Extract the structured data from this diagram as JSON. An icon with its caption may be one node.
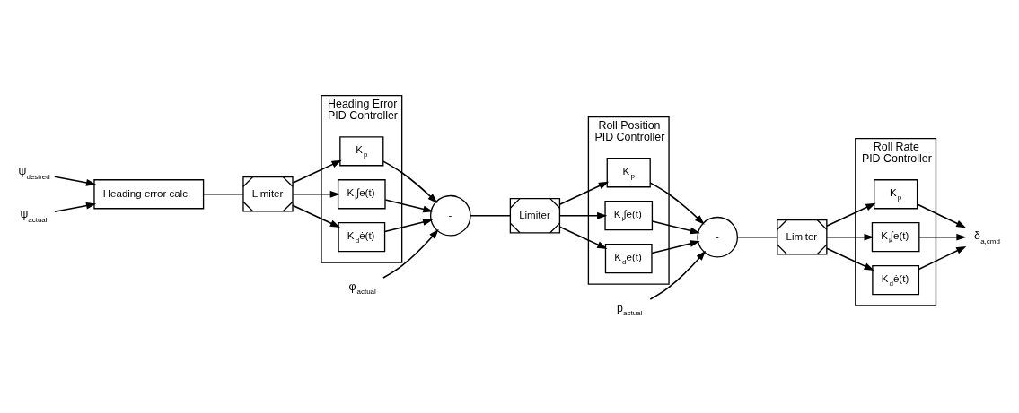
{
  "diagram": {
    "nodes": [
      {
        "text": [
          "ψ$_{desired}$"
        ]
      },
      {
        "text": [
          "ψ$_{actual}$"
        ]
      },
      {
        "text": [
          "Heading error calc."
        ]
      },
      {
        "text": [
          "Limiter"
        ]
      },
      {
        "text": [
          "Heading Error",
          "PID Controller"
        ]
      },
      {
        "text": [
          "K$_{p}$"
        ],
        "in": 4
      },
      {
        "text": [
          "K$_{i}$∫e(t)"
        ],
        "in": 4
      },
      {
        "text": [
          "K$_{d}$ė(t)"
        ],
        "in": 4
      },
      {
        "text": [
          "-"
        ]
      },
      {
        "text": [
          "φ$_{actual}$"
        ]
      },
      {
        "text": [
          "Limiter"
        ]
      },
      {
        "text": [
          "Roll Position",
          "PID Controller"
        ]
      },
      {
        "text": [
          "K$_{p}$"
        ],
        "in": 11
      },
      {
        "text": [
          "K$_{i}$∫e(t)"
        ],
        "in": 11
      },
      {
        "text": [
          "K$_{d}$ė(t)"
        ],
        "in": 11
      },
      {
        "text": [
          "-"
        ]
      },
      {
        "text": [
          "p$_{actual}$"
        ]
      },
      {
        "text": [
          "Limiter"
        ]
      },
      {
        "text": [
          "Roll Rate",
          "PID Controller"
        ]
      },
      {
        "text": [
          "K$_{p}$"
        ],
        "in": 18
      },
      {
        "text": [
          "K$_{i}$∫e(t)"
        ],
        "in": 18
      },
      {
        "text": [
          "K$_{d}$ė(t)"
        ],
        "in": 18
      },
      {
        "text": [
          "δ$_{a,cmd}$"
        ]
      }
    ],
    "edges": [
      {
        "from": 0,
        "to": 2,
        "arrow": "to"
      },
      {
        "from": 1,
        "to": 2,
        "arrow": "to"
      },
      {
        "from": 2,
        "to": 3,
        "arrow": "none"
      },
      {
        "from": 3,
        "to": 5,
        "arrow": "to"
      },
      {
        "from": 3,
        "to": 6,
        "arrow": "to"
      },
      {
        "from": 3,
        "to": 7,
        "arrow": "to"
      },
      {
        "from": 5,
        "to": 8,
        "arrow": "to"
      },
      {
        "from": 6,
        "to": 8,
        "arrow": "to"
      },
      {
        "from": 7,
        "to": 8,
        "arrow": "to"
      },
      {
        "from": 9,
        "to": 8,
        "arrow": "to"
      },
      {
        "from": 8,
        "to": 10,
        "arrow": "none"
      },
      {
        "from": 10,
        "to": 12,
        "arrow": "to"
      },
      {
        "from": 10,
        "to": 13,
        "arrow": "to"
      },
      {
        "from": 10,
        "to": 14,
        "arrow": "to"
      },
      {
        "from": 12,
        "to": 15,
        "arrow": "to"
      },
      {
        "from": 13,
        "to": 15,
        "arrow": "to"
      },
      {
        "from": 14,
        "to": 15,
        "arrow": "to"
      },
      {
        "from": 16,
        "to": 15,
        "arrow": "to"
      },
      {
        "from": 15,
        "to": 17,
        "arrow": "none"
      },
      {
        "from": 17,
        "to": 19,
        "arrow": "to"
      },
      {
        "from": 17,
        "to": 20,
        "arrow": "to"
      },
      {
        "from": 17,
        "to": 21,
        "arrow": "to"
      },
      {
        "from": 19,
        "to": 22,
        "arrow": "to"
      },
      {
        "from": 20,
        "to": 22,
        "arrow": "to"
      },
      {
        "from": 21,
        "to": 22,
        "arrow": "to"
      }
    ]
  }
}
